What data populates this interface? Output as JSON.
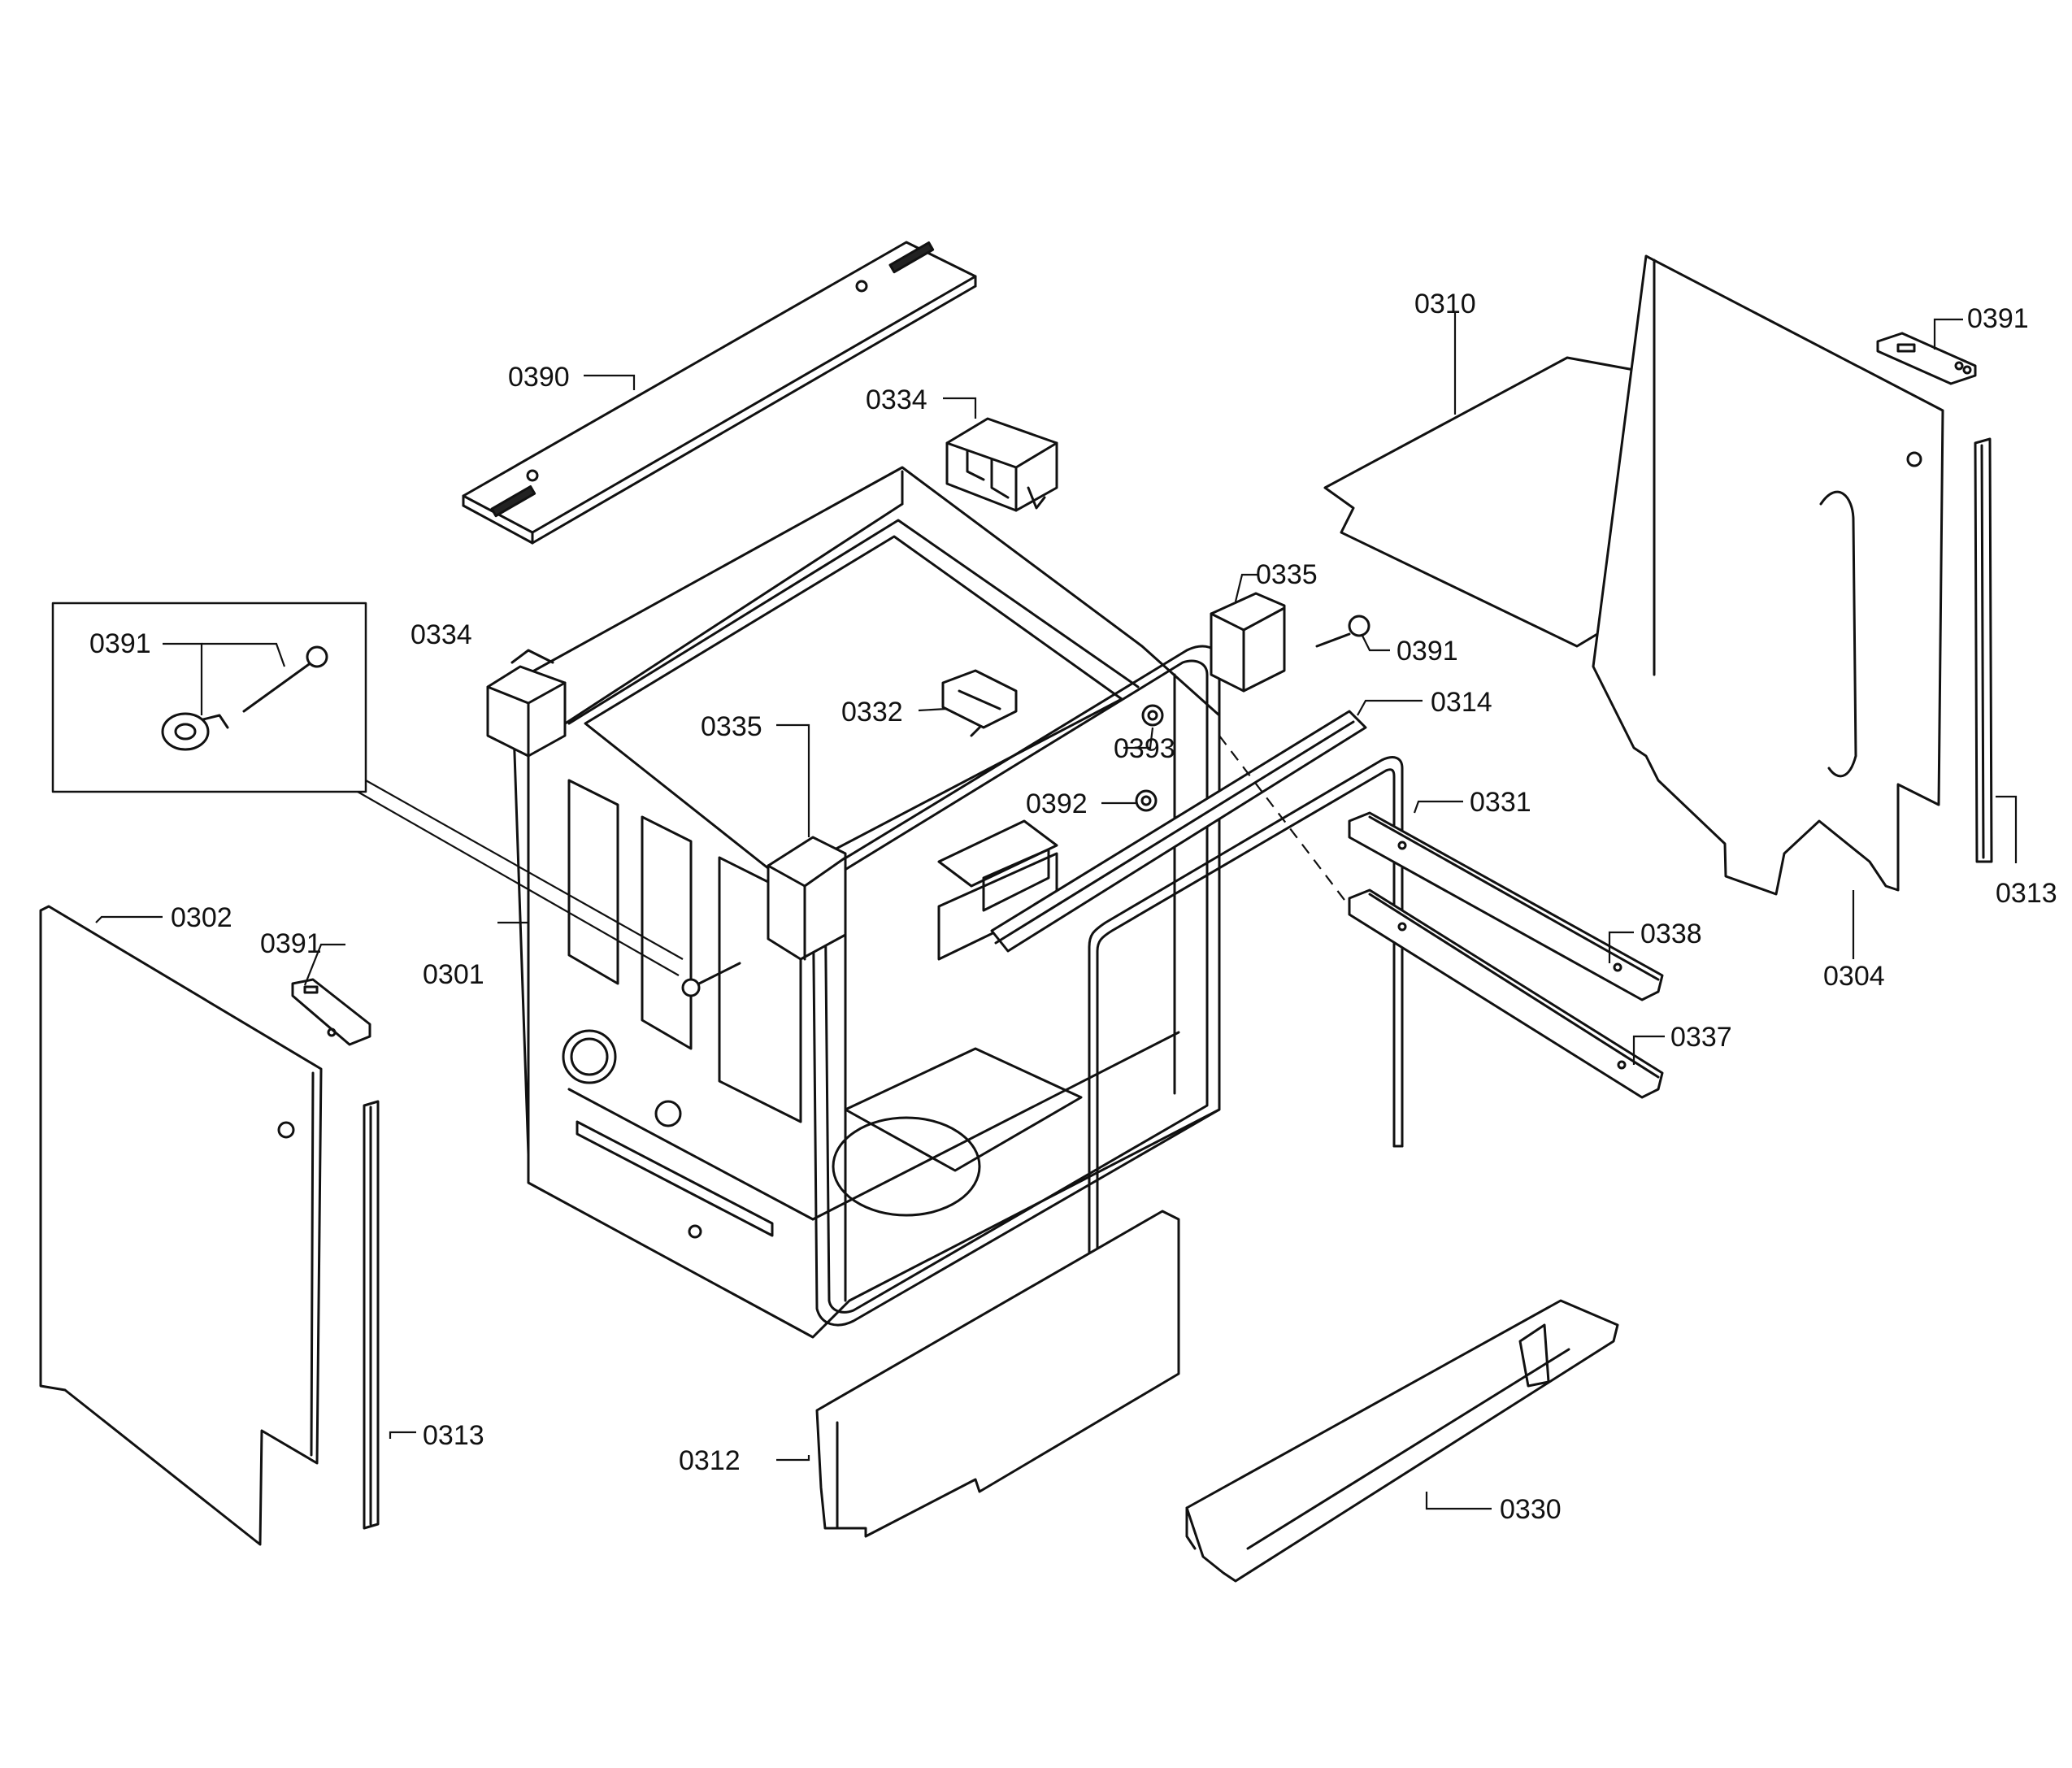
{
  "callouts": {
    "c0390": "0390",
    "c0334_top": "0334",
    "c0334_left": "0334",
    "c0310": "0310",
    "c0391_topright": "0391",
    "c0391_inset": "0391",
    "c0391_screw_right": "0391",
    "c0391_left": "0391",
    "c0335_right": "0335",
    "c0335_mid": "0335",
    "c0332": "0332",
    "c0393": "0393",
    "c0392": "0392",
    "c0314": "0314",
    "c0331": "0331",
    "c0302": "0302",
    "c0301": "0301",
    "c0338": "0338",
    "c0337": "0337",
    "c0304": "0304",
    "c0313_right": "0313",
    "c0313_left": "0313",
    "c0312": "0312",
    "c0330": "0330"
  },
  "colors": {
    "line": "#111111",
    "background": "#ffffff"
  }
}
